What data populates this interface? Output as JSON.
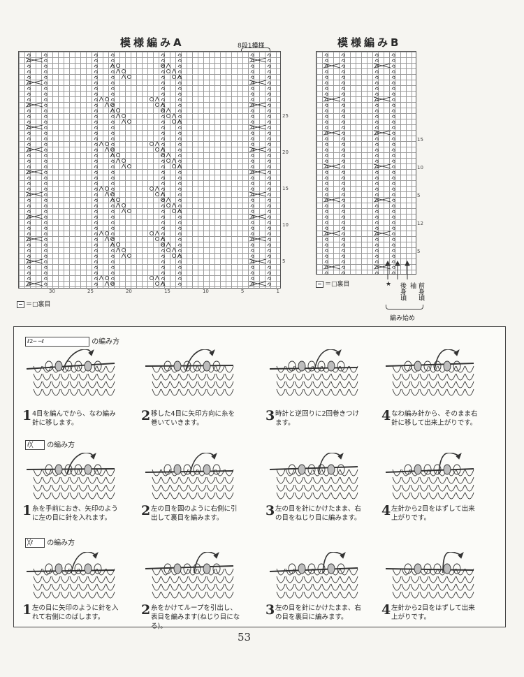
{
  "chart_a": {
    "title": "模様編みA",
    "repeat_label": "8段1模様",
    "legend": "＝□裏目",
    "row_numbers": [
      "25",
      "20",
      "15",
      "10",
      "5"
    ],
    "col_numbers": [
      "30",
      "25",
      "20",
      "15",
      "10",
      "5",
      "1"
    ]
  },
  "chart_b": {
    "title": "模様編みB",
    "legend": "＝□裏目",
    "row_numbers": [
      "15",
      "10",
      "5",
      "12",
      "5"
    ],
    "star": "★",
    "label_back": "後身頃",
    "label_front": "前身頃",
    "label_sleeve": "袖",
    "start": "編み始め"
  },
  "section1": {
    "heading": "の編み方",
    "symbol": "ℓ2─ ─ℓ",
    "steps": [
      {
        "num": "1",
        "text": "4目を編んでから、なわ編み針に移します。"
      },
      {
        "num": "2",
        "text": "移した4目に矢印方向に糸を巻いていきます。"
      },
      {
        "num": "3",
        "text": "時計と逆回りに2回巻きつけます。"
      },
      {
        "num": "4",
        "text": "なわ編み針から、そのまま右針に移して出来上がりです。"
      }
    ]
  },
  "section2": {
    "heading": "の編み方",
    "symbol": "ℓ╳",
    "steps": [
      {
        "num": "1",
        "text": "糸を手前におき、矢印のように左の目に針を入れます。"
      },
      {
        "num": "2",
        "text": "左の目を図のように右側に引出して裏目を編みます。"
      },
      {
        "num": "3",
        "text": "左の目を針にかけたまま、右の目をねじり目に編みます。"
      },
      {
        "num": "4",
        "text": "左針から2目をはずして出来上がりです。"
      }
    ]
  },
  "section3": {
    "heading": "の編み方",
    "symbol": "╳ℓ",
    "steps": [
      {
        "num": "1",
        "text": "左の目に矢印のように針を入れて右側にのばします。"
      },
      {
        "num": "2",
        "text": "糸をかけてループを引出し、表目を編みます(ねじり目になる)。"
      },
      {
        "num": "3",
        "text": "左の目を針にかけたまま、右の目を裏目に編みます。"
      },
      {
        "num": "4",
        "text": "左針から2目をはずして出来上がりです。"
      }
    ]
  },
  "page_number": "53"
}
